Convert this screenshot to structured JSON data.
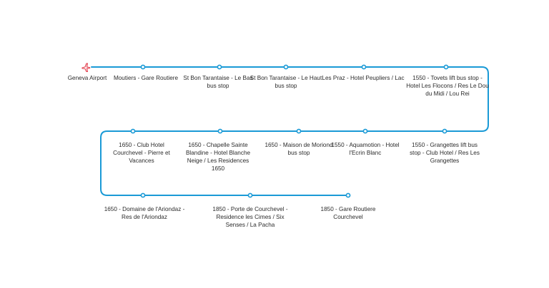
{
  "route": {
    "line_color": "#1a9ad6",
    "origin_icon": "plane-icon",
    "origin_icon_color": "#e23b4a",
    "stops": [
      {
        "label": "Geneva Airport"
      },
      {
        "label": "Moutiers - Gare Routiere"
      },
      {
        "label": "St Bon Tarantaise - Le Bas bus stop"
      },
      {
        "label": "St Bon Tarantaise - Le Haut bus stop"
      },
      {
        "label": "Les Praz - Hotel Peupliers / Lac"
      },
      {
        "label": "1550 - Tovets lift bus stop - Hotel Les Flocons / Res Le Dou du Midi / Lou Rei"
      },
      {
        "label": "1550 - Grangettes lift bus stop - Club Hotel / Res Les Grangettes"
      },
      {
        "label": "1550 - Aquamotion - Hotel l'Ecrin Blanc"
      },
      {
        "label": "1650 - Maison de Moriond bus stop"
      },
      {
        "label": "1650 - Chapelle Sainte Blandine - Hotel Blanche Neige / Les Residences 1650"
      },
      {
        "label": "1650 - Club Hotel Courchevel - Pierre et Vacances"
      },
      {
        "label": "1650 - Domaine de l'Ariondaz - Res de l'Ariondaz"
      },
      {
        "label": "1850 - Porte de Courchevel - Residence les Cimes / Six Senses / La Pacha"
      },
      {
        "label": "1850 - Gare Routiere Courchevel"
      }
    ]
  }
}
